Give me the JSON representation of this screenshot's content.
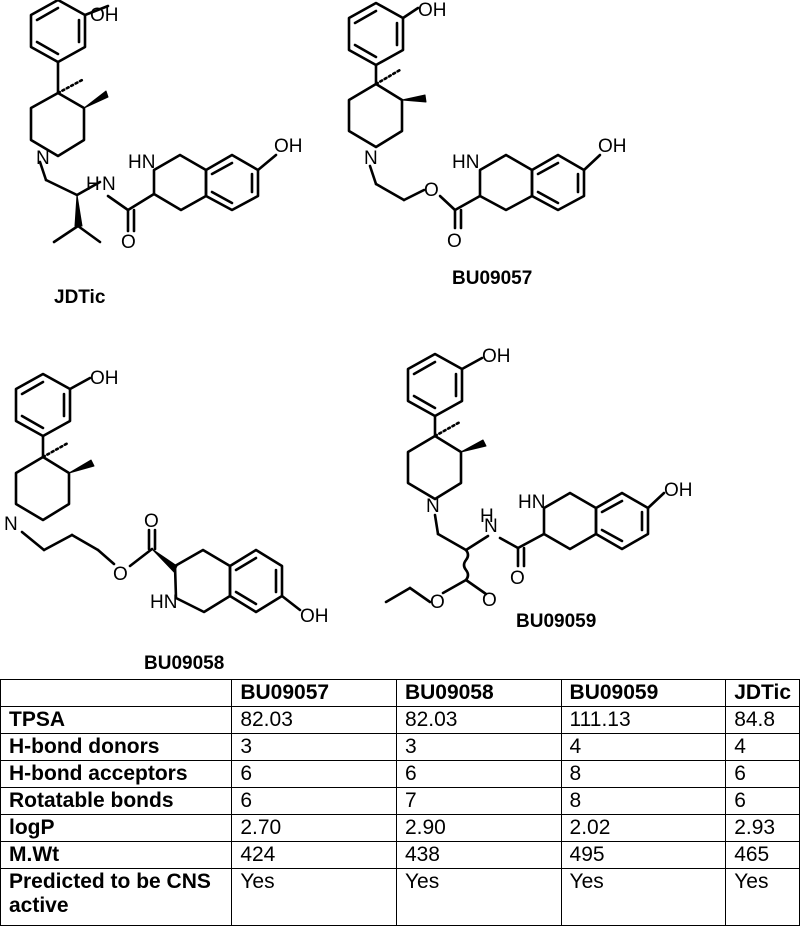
{
  "compounds": [
    {
      "name": "JDTic"
    },
    {
      "name": "BU09057"
    },
    {
      "name": "BU09058"
    },
    {
      "name": "BU09059"
    }
  ],
  "atom_labels": {
    "oh": "OH",
    "n": "N",
    "hn": "HN",
    "h": "H",
    "o": "O"
  },
  "table": {
    "columns": [
      "BU09057",
      "BU09058",
      "BU09059",
      "JDTic"
    ],
    "rows": [
      {
        "label": "TPSA",
        "values": [
          "82.03",
          "82.03",
          "111.13",
          "84.8"
        ]
      },
      {
        "label": "H-bond donors",
        "values": [
          "3",
          "3",
          "4",
          "4"
        ]
      },
      {
        "label": "H-bond acceptors",
        "values": [
          "6",
          "6",
          "8",
          "6"
        ]
      },
      {
        "label": "Rotatable bonds",
        "values": [
          "6",
          "7",
          "8",
          "6"
        ]
      },
      {
        "label": "logP",
        "values": [
          "2.70",
          "2.90",
          "2.02",
          "2.93"
        ]
      },
      {
        "label": "M.Wt",
        "values": [
          "424",
          "438",
          "495",
          "465"
        ]
      },
      {
        "label": "Predicted to be CNS active",
        "values": [
          "Yes",
          "Yes",
          "Yes",
          "Yes"
        ]
      }
    ]
  }
}
